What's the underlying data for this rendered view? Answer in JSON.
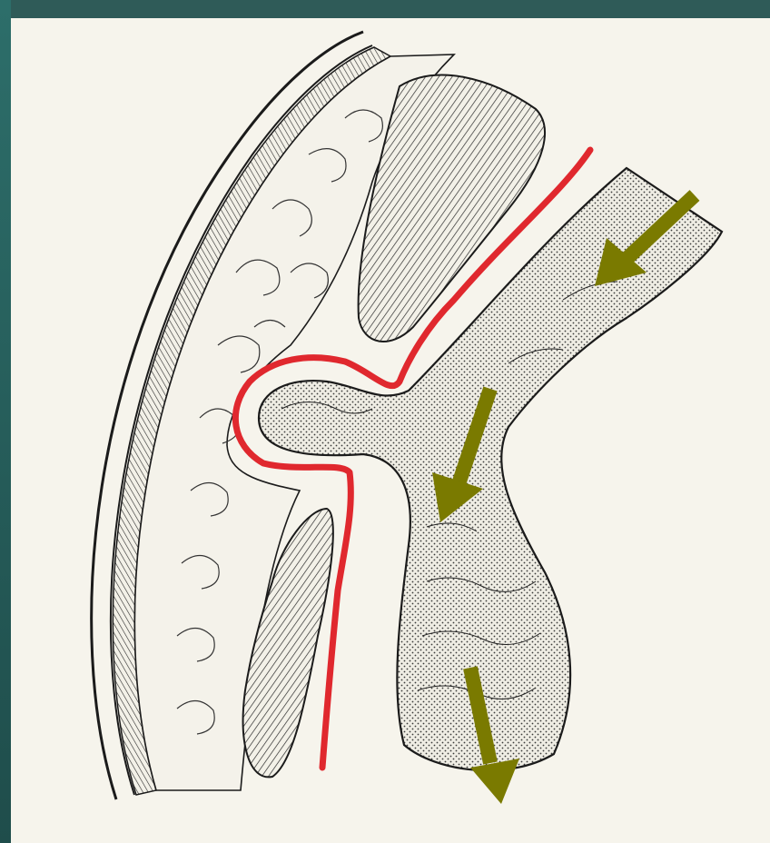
{
  "slide": {
    "title": ""
  },
  "diagram": {
    "kind": "sagittal-section illustration",
    "colors": {
      "background": "#f6f4ec",
      "slide_frame": "#2f5b58",
      "title_text": "#ffff00",
      "ink": "#1b1b1b",
      "red_line": "#e0282e",
      "arrow": "#7a7a00"
    },
    "arrows": [
      {
        "name": "arrow-upper-right",
        "direction": "down-left"
      },
      {
        "name": "arrow-middle",
        "direction": "down"
      },
      {
        "name": "arrow-lower",
        "direction": "down"
      }
    ]
  }
}
